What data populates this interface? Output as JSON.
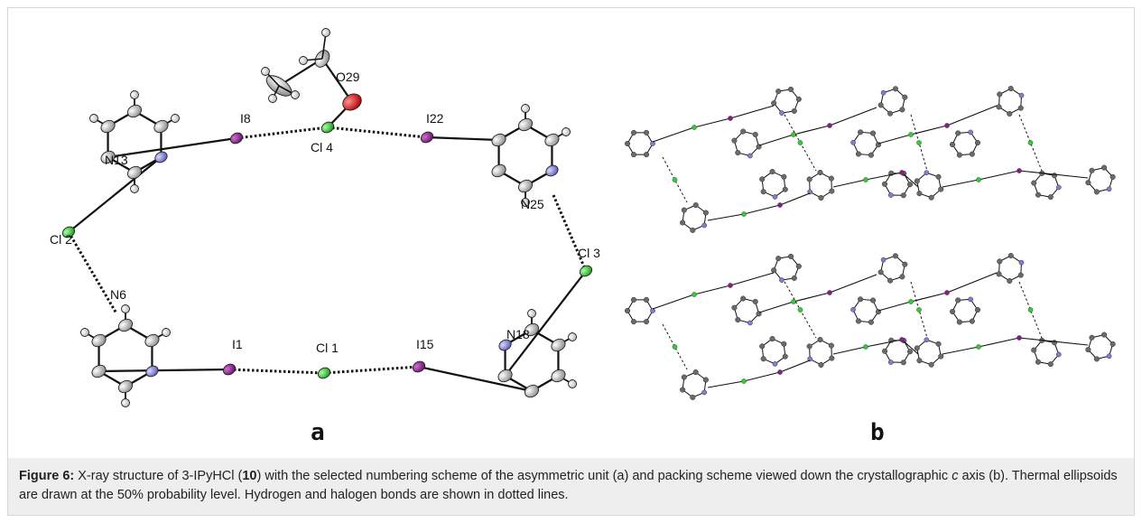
{
  "figure": {
    "panel_a_label": "a",
    "panel_b_label": "b",
    "atom_labels": {
      "I8": "I8",
      "Cl4": "Cl 4",
      "O29": "O29",
      "I22": "I22",
      "N13": "N13",
      "Cl2": "Cl 2",
      "N25": "N25",
      "Cl3": "Cl 3",
      "N6": "N6",
      "N18": "N18",
      "I1": "I1",
      "Cl1": "Cl 1",
      "I15": "I15"
    },
    "colors": {
      "iodine": "#8b1a8b",
      "chlorine": "#33cc33",
      "nitrogen": "#7f7fd6",
      "oxygen": "#e01010",
      "carbon": "#9a9a9a",
      "hydrogen": "#cfcfcf"
    }
  },
  "caption": {
    "label": "Figure 6:",
    "part1": " X-ray structure of 3-IPyHCl (",
    "compound": "10",
    "part2": ") with the selected numbering scheme of the asymmetric unit (a) and packing scheme viewed down the crystallographic ",
    "axis": "c",
    "part3": " axis (b). Thermal ellipsoids are drawn at the 50% probability level. Hydrogen and halogen bonds are shown in dotted lines."
  }
}
